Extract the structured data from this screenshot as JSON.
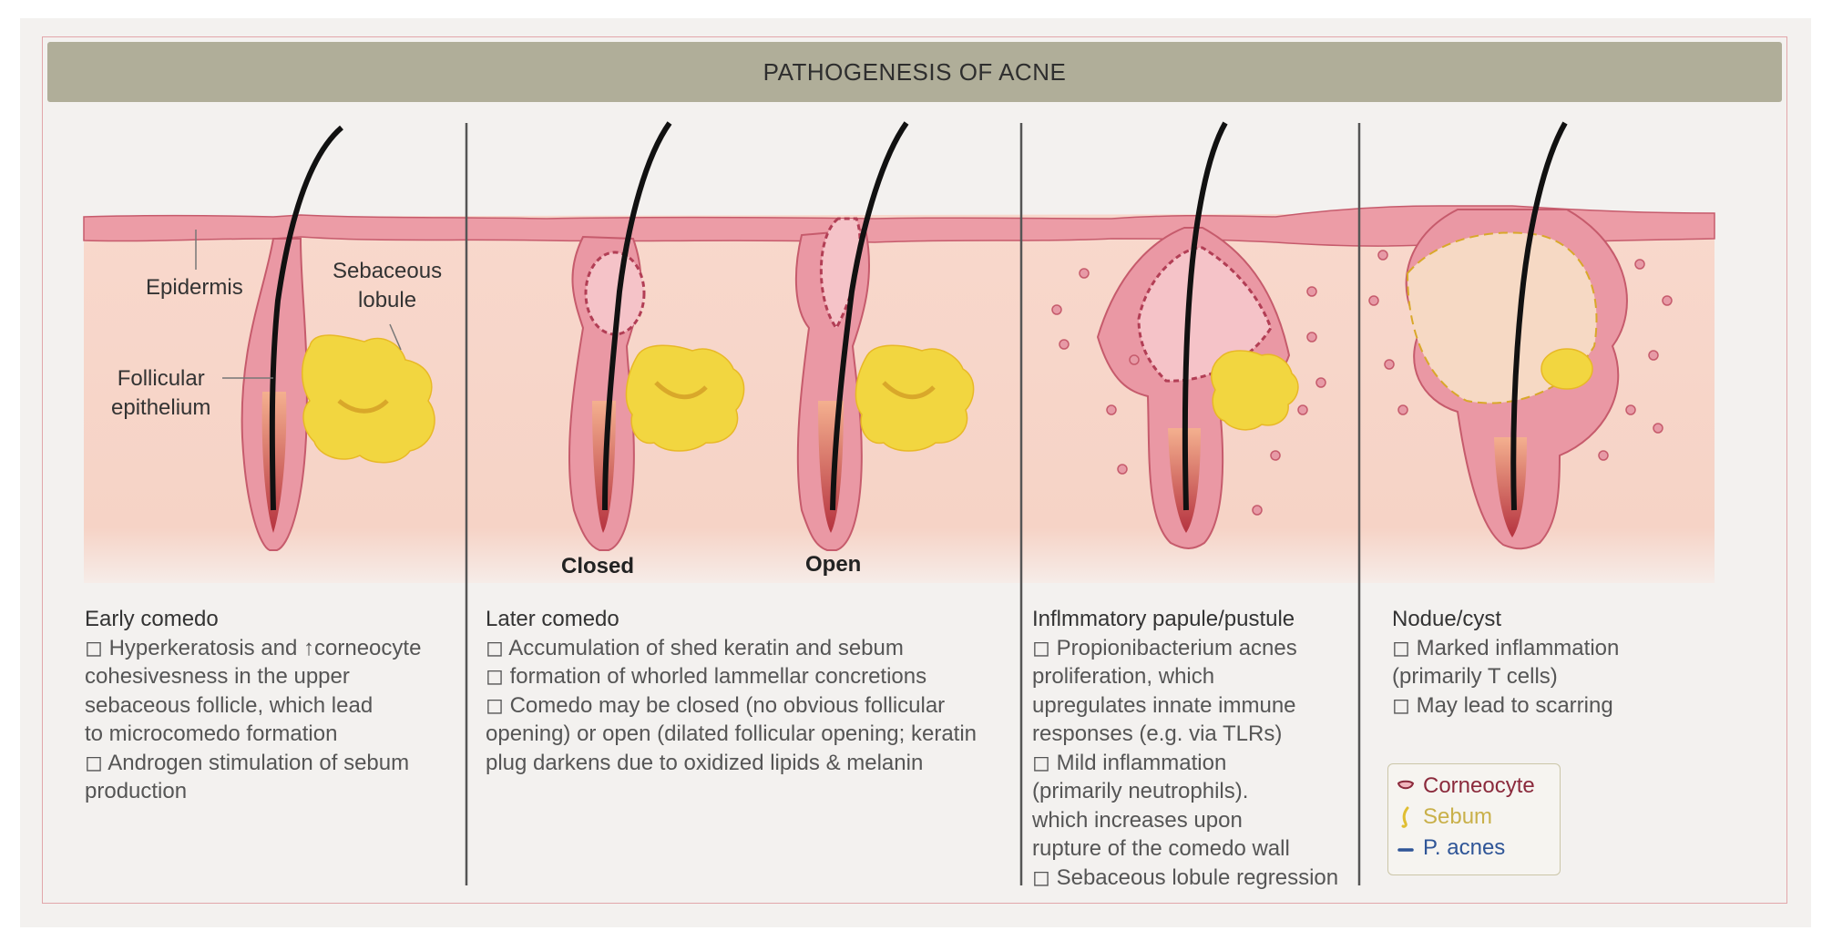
{
  "title": "PATHOGENESIS OF ACNE",
  "labels": {
    "epidermis": "Epidermis",
    "sebaceous_lobule": "Sebaceous\nlobule",
    "follicular_epithelium": "Follicular\nepithelium",
    "closed": "Closed",
    "open": "Open"
  },
  "panels": [
    {
      "heading": "Early comedo",
      "lines": [
        "◻ Hyperkeratosis and ↑corneocyte",
        "cohesivesness in the upper",
        "sebaceous follicle, which lead",
        "to microcomedo formation",
        "◻ Androgen stimulation of sebum",
        "production"
      ]
    },
    {
      "heading": "Later comedo",
      "lines": [
        "◻ Accumulation of shed keratin and sebum",
        "◻ formation of whorled lammellar concretions",
        "◻ Comedo may be closed (no obvious follicular",
        "opening) or open (dilated follicular opening; keratin",
        "plug darkens due to oxidized lipids & melanin"
      ]
    },
    {
      "heading": "Inflmmatory papule/pustule",
      "lines": [
        "◻ Propionibacterium acnes",
        "proliferation, which",
        "upregulates innate immune",
        "responses (e.g. via TLRs)",
        "◻ Mild inflammation",
        "(primarily neutrophils).",
        "which increases upon",
        "rupture of the comedo wall",
        "◻ Sebaceous lobule regression"
      ]
    },
    {
      "heading": "Nodue/cyst",
      "lines": [
        "◻ Marked inflammation",
        "(primarily T cells)",
        "◻ May lead to scarring"
      ]
    }
  ],
  "legend": [
    {
      "label": "Corneocyte",
      "color": "#8b2a3c",
      "icon": "corneocyte-icon"
    },
    {
      "label": "Sebum",
      "color": "#c9b04a",
      "icon": "sebum-icon"
    },
    {
      "label": "P. acnes",
      "color": "#2f5597",
      "icon": "p-acnes-icon"
    }
  ],
  "colors": {
    "title_bar": "#b0ae99",
    "skin": "#f6d3c6",
    "follicle": "#ea98a4",
    "sebum": "#f2d640"
  }
}
